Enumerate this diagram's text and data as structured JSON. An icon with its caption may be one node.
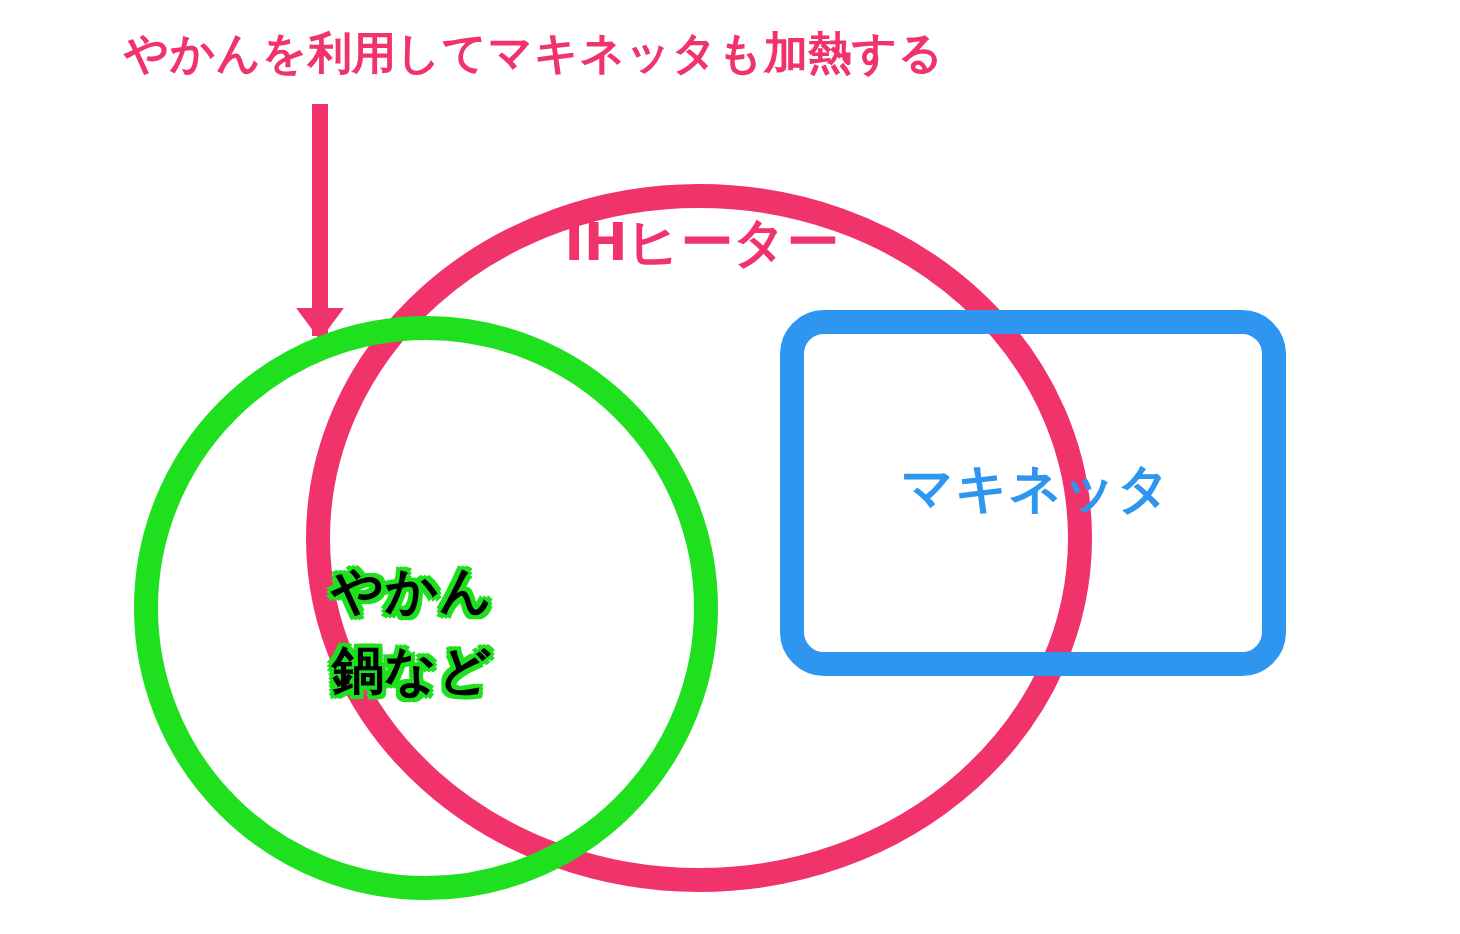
{
  "diagram": {
    "nodes": [
      {
        "text": [
          "やかんを利用してマキネッタも加熱する"
        ]
      },
      {
        "text": [
          "IHヒーター"
        ]
      },
      {
        "text": [
          "やかん鍋など"
        ]
      },
      {
        "text": [
          "マキネッタ"
        ]
      }
    ],
    "edges": [
      {
        "from": 0,
        "to": 2,
        "arrow": "to"
      }
    ]
  }
}
